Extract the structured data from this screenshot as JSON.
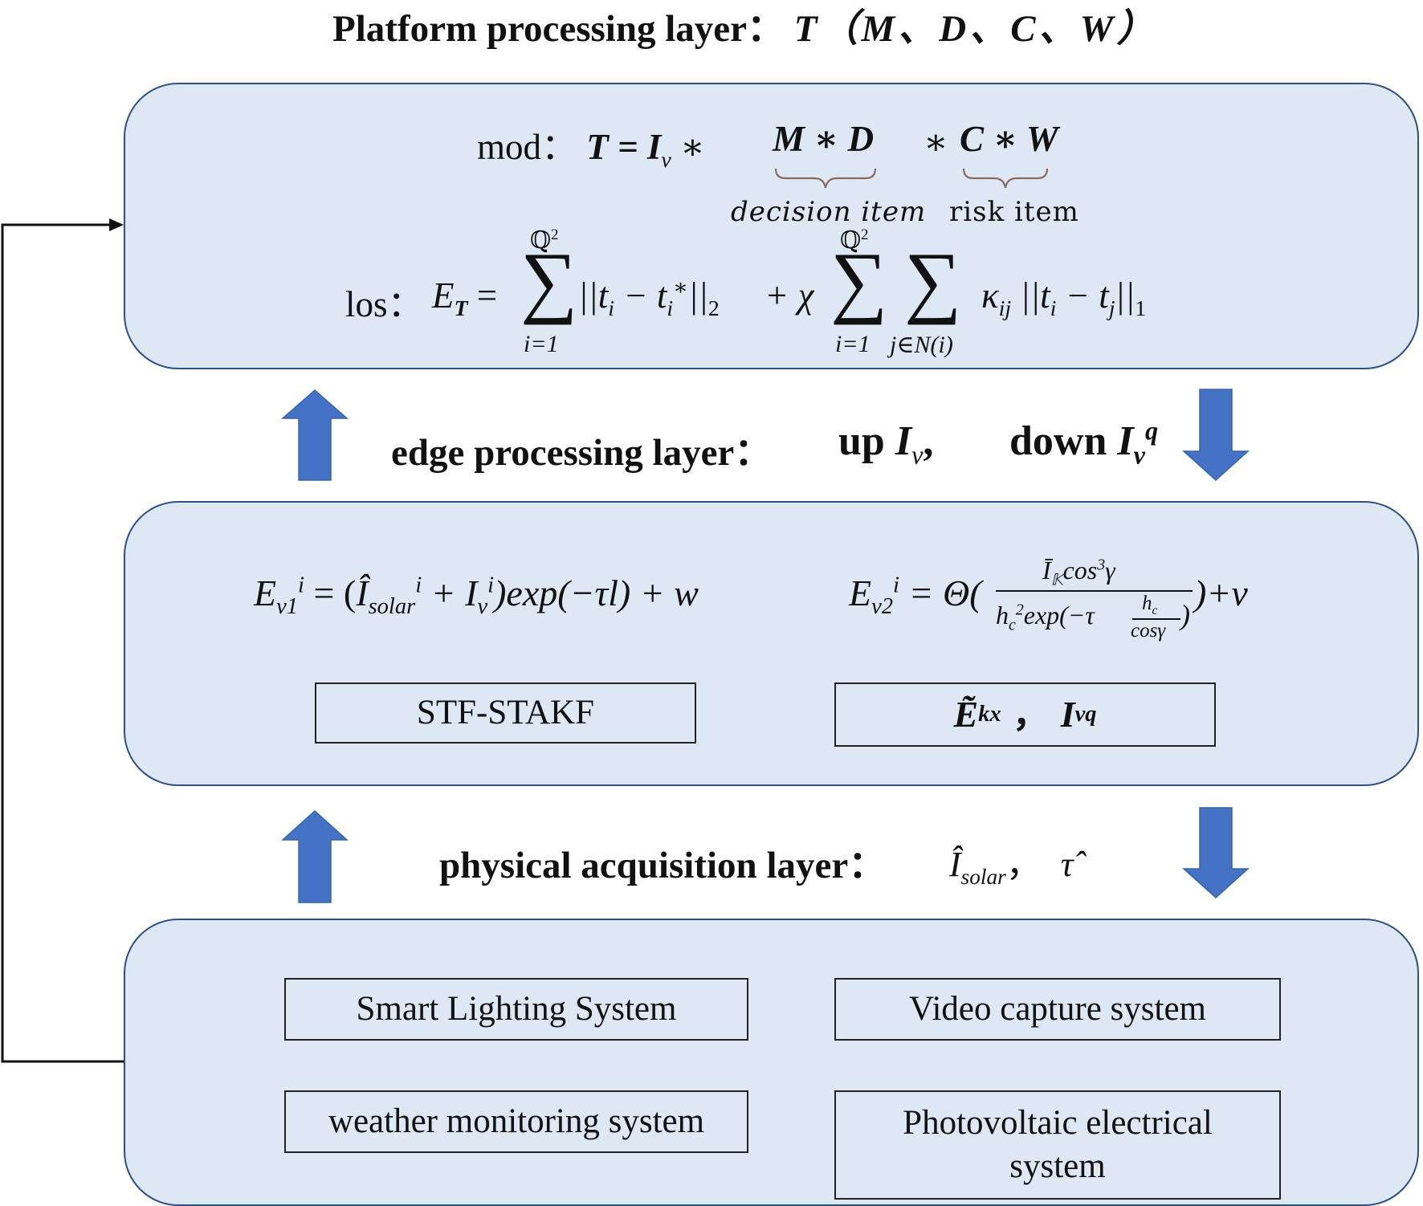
{
  "platform_layer": {
    "title_text": "Platform processing layer：",
    "title_formula": "T（M、D、C、W）",
    "mod_label": "mod：",
    "mod_lhs": "T = I",
    "mod_lhs_sub": "ν",
    "mod_star": "∗",
    "decision_term": "M ∗ D",
    "risk_term": "C ∗ W",
    "decision_label": "decision item",
    "risk_label": "risk item",
    "los_label": "los：",
    "los_lhs": "E",
    "los_lhs_sub": "T",
    "sum_upper": "ℚ",
    "sum_upper_sup": "2",
    "sum_lower": "i=1",
    "sum_lower2": "j∈N(i)",
    "norm_term_1": "||t",
    "norm_term_1_sub": "i",
    "norm_term_1_mid": " − t",
    "norm_term_1_sup": "∗",
    "norm_term_1_end": "||",
    "norm_term_1_norm": "2",
    "plus_chi": "+ χ",
    "kappa": "κ",
    "kappa_sub": "ij",
    "norm_term_2": "||t",
    "norm_term_2_mid": " − t",
    "norm_term_2_sub2": "j",
    "norm_term_2_end": "||",
    "norm_term_2_norm": "1"
  },
  "edge_layer": {
    "title_text": "edge processing layer：",
    "up_text": "up",
    "down_text": "down",
    "I": "I",
    "nu": "ν",
    "q": "q",
    "ev1_lhs": "E",
    "ev1_sub": "v1",
    "ev1_sup": "i",
    "ev1_rhs_open": "= (",
    "ev1_I_solar": "Î",
    "ev1_I_solar_sub": "solar",
    "ev1_plus": " + I",
    "ev1_after": ")exp(",
    "ev1_inner": "−τl",
    "ev1_close": ") + w",
    "ev2_lhs": "E",
    "ev2_sub": "v2",
    "ev2_sup": "i",
    "ev2_eq": "= Θ(",
    "ev2_num": "Ī",
    "ev2_num_sub": "𝕂",
    "ev2_num_rest": "cos",
    "ev2_num_sup": "3",
    "ev2_num_gamma": "γ",
    "ev2_den_h": "h",
    "ev2_den_h_sub": "c",
    "ev2_den_h_sup": "2",
    "ev2_den_exp": "exp(−τ",
    "ev2_den_frac_num": "h",
    "ev2_den_frac_num_sub": "c",
    "ev2_den_frac_den": "cosγ",
    "ev2_den_close": ")",
    "ev2_tail": ")+ν",
    "stf_box": "STF-STAKF",
    "out_E": "Ẽ",
    "out_E_sub": "k",
    "out_E_sup": "x",
    "out_sep": "，",
    "out_I": "I",
    "out_I_sub": "v",
    "out_I_sup": "q"
  },
  "physical_layer": {
    "title_text": "physical acquisition layer：",
    "I_hat": "Î",
    "I_hat_sub": "solar",
    "sep": "，",
    "tau_hat": "τ̂"
  },
  "systems": {
    "smart_lighting": "Smart Lighting System",
    "video_capture": "Video capture system",
    "weather": "weather monitoring system",
    "photovoltaic": "Photovoltaic electrical system"
  },
  "colors": {
    "layer_fill": "#dde8f4",
    "layer_border": "#2f4f86",
    "arrow_fill": "#4472c4"
  }
}
